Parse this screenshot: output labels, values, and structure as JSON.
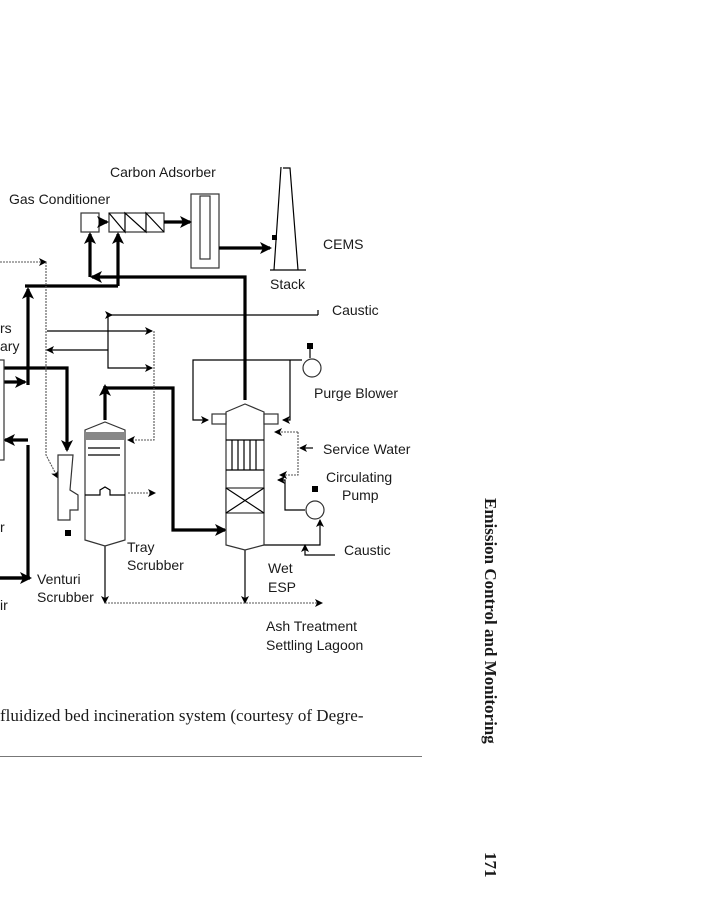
{
  "figure": {
    "labels": {
      "carbon_adsorber": "Carbon Adsorber",
      "gas_conditioner": "Gas Conditioner",
      "cems": "CEMS",
      "stack": "Stack",
      "caustic_top": "Caustic",
      "partial_label_1": "rs",
      "partial_label_2": "ary",
      "purge_blower": "Purge Blower",
      "service_water": "Service Water",
      "circulating_pump_line1": "Circulating",
      "circulating_pump_line2": "Pump",
      "partial_label_3": "r",
      "tray_scrubber_line1": "Tray",
      "tray_scrubber_line2": "Scrubber",
      "caustic_bottom": "Caustic",
      "venturi_scrubber_line1": "Venturi",
      "venturi_scrubber_line2": "Scrubber",
      "wet_esp_line1": "Wet",
      "wet_esp_line2": "ESP",
      "partial_label_4": "ir",
      "ash_treatment_line1": "Ash Treatment",
      "ash_treatment_line2": "Settling Lagoon"
    }
  },
  "caption": "fluidized bed incineration system (courtesy of Degre-",
  "running_head": "Emission Control and Monitoring",
  "page_number": "171"
}
